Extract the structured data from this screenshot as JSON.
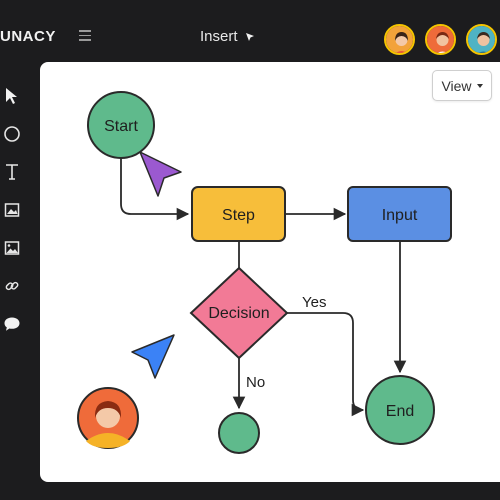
{
  "app": {
    "brand": "UNACY",
    "insert_label": "Insert",
    "view_label": "View"
  },
  "colors": {
    "start": "#5fba8c",
    "step": "#f7be3a",
    "input": "#5b8fe3",
    "decision": "#f27a96",
    "end": "#5fba8c",
    "cursor_purple": "#9b59d0",
    "cursor_blue": "#3b82f6",
    "avatar_ring": "#f5c400"
  },
  "toolbar": {
    "tools": [
      {
        "name": "pointer-tool",
        "icon": "cursor-arrow-icon"
      },
      {
        "name": "ellipse-tool",
        "icon": "circle-icon"
      },
      {
        "name": "text-tool",
        "icon": "text-t-icon"
      },
      {
        "name": "image-tool",
        "icon": "image-icon"
      },
      {
        "name": "gallery-tool",
        "icon": "gallery-icon"
      },
      {
        "name": "link-tool",
        "icon": "link-icon"
      },
      {
        "name": "comment-tool",
        "icon": "comment-bubble-icon"
      }
    ]
  },
  "diagram": {
    "nodes": {
      "start": "Start",
      "step": "Step",
      "input": "Input",
      "decision": "Decision",
      "end": "End"
    },
    "edges": {
      "yes": "Yes",
      "no": "No"
    }
  }
}
